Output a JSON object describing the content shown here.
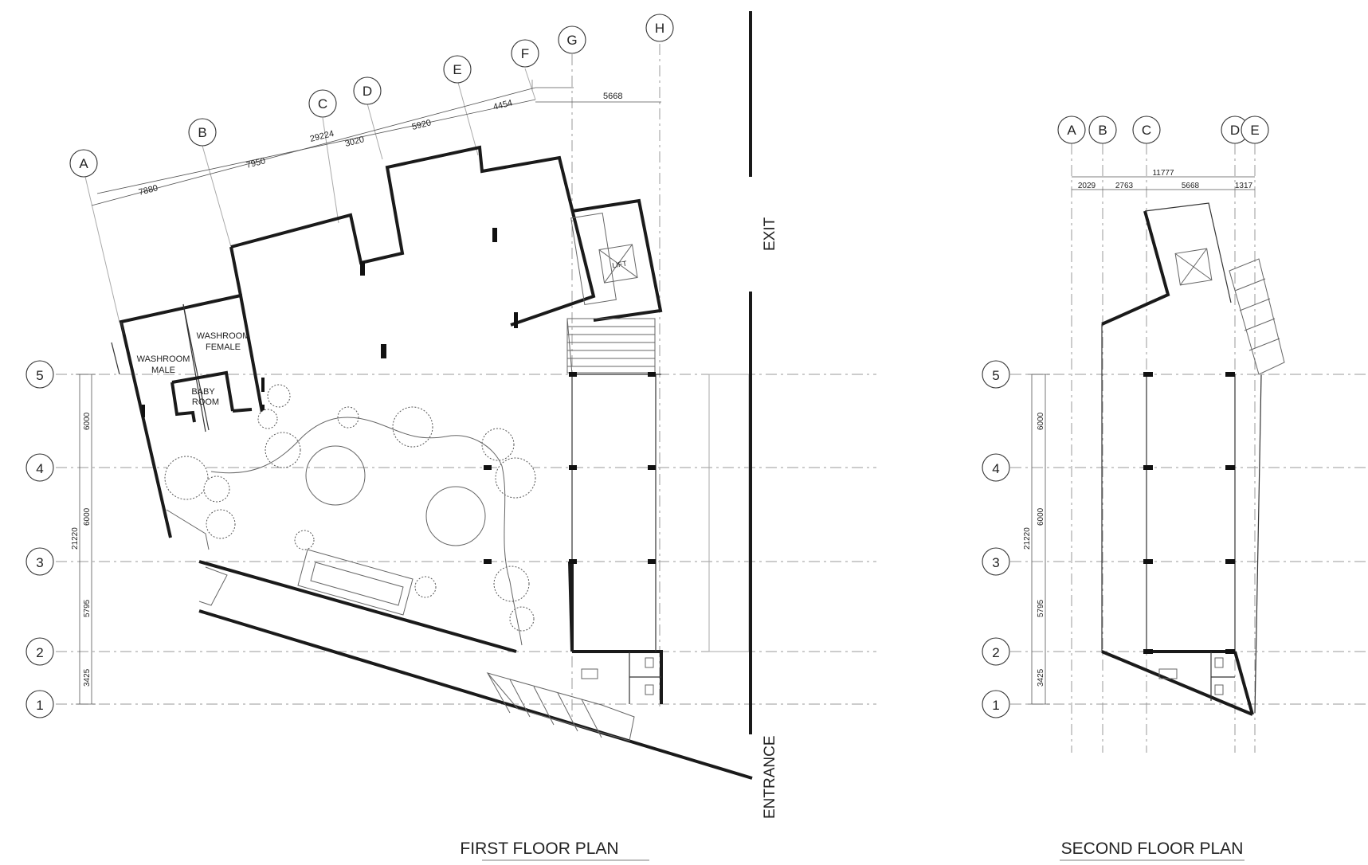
{
  "first_floor": {
    "title": "FIRST FLOOR PLAN",
    "column_grid": [
      "A",
      "B",
      "C",
      "D",
      "E",
      "F",
      "G",
      "H"
    ],
    "row_grid": [
      "5",
      "4",
      "3",
      "2",
      "1"
    ],
    "top_total_dim": "29224",
    "top_dims": [
      "7880",
      "7950",
      "3020",
      "5920",
      "4454"
    ],
    "right_top_dim": "5668",
    "left_total_dim": "21220",
    "left_dims": [
      "6000",
      "6000",
      "5795",
      "3425"
    ],
    "rooms": {
      "washroom_male": [
        "WASHROOM",
        "MALE"
      ],
      "washroom_female": [
        "WASHROOM",
        "FEMALE"
      ],
      "baby_room": [
        "BABY",
        "ROOM"
      ],
      "lift": "LIFT"
    },
    "exit_label": "EXIT",
    "entrance_label": "ENTRANCE"
  },
  "second_floor": {
    "title": "SECOND FLOOR PLAN",
    "column_grid": [
      "A",
      "B",
      "C",
      "D",
      "E"
    ],
    "row_grid": [
      "5",
      "4",
      "3",
      "2",
      "1"
    ],
    "top_total_dim": "11777",
    "top_dims": [
      "2029",
      "2763",
      "5668",
      "1317"
    ],
    "left_total_dim": "21220",
    "left_dims": [
      "6000",
      "6000",
      "5795",
      "3425"
    ]
  }
}
